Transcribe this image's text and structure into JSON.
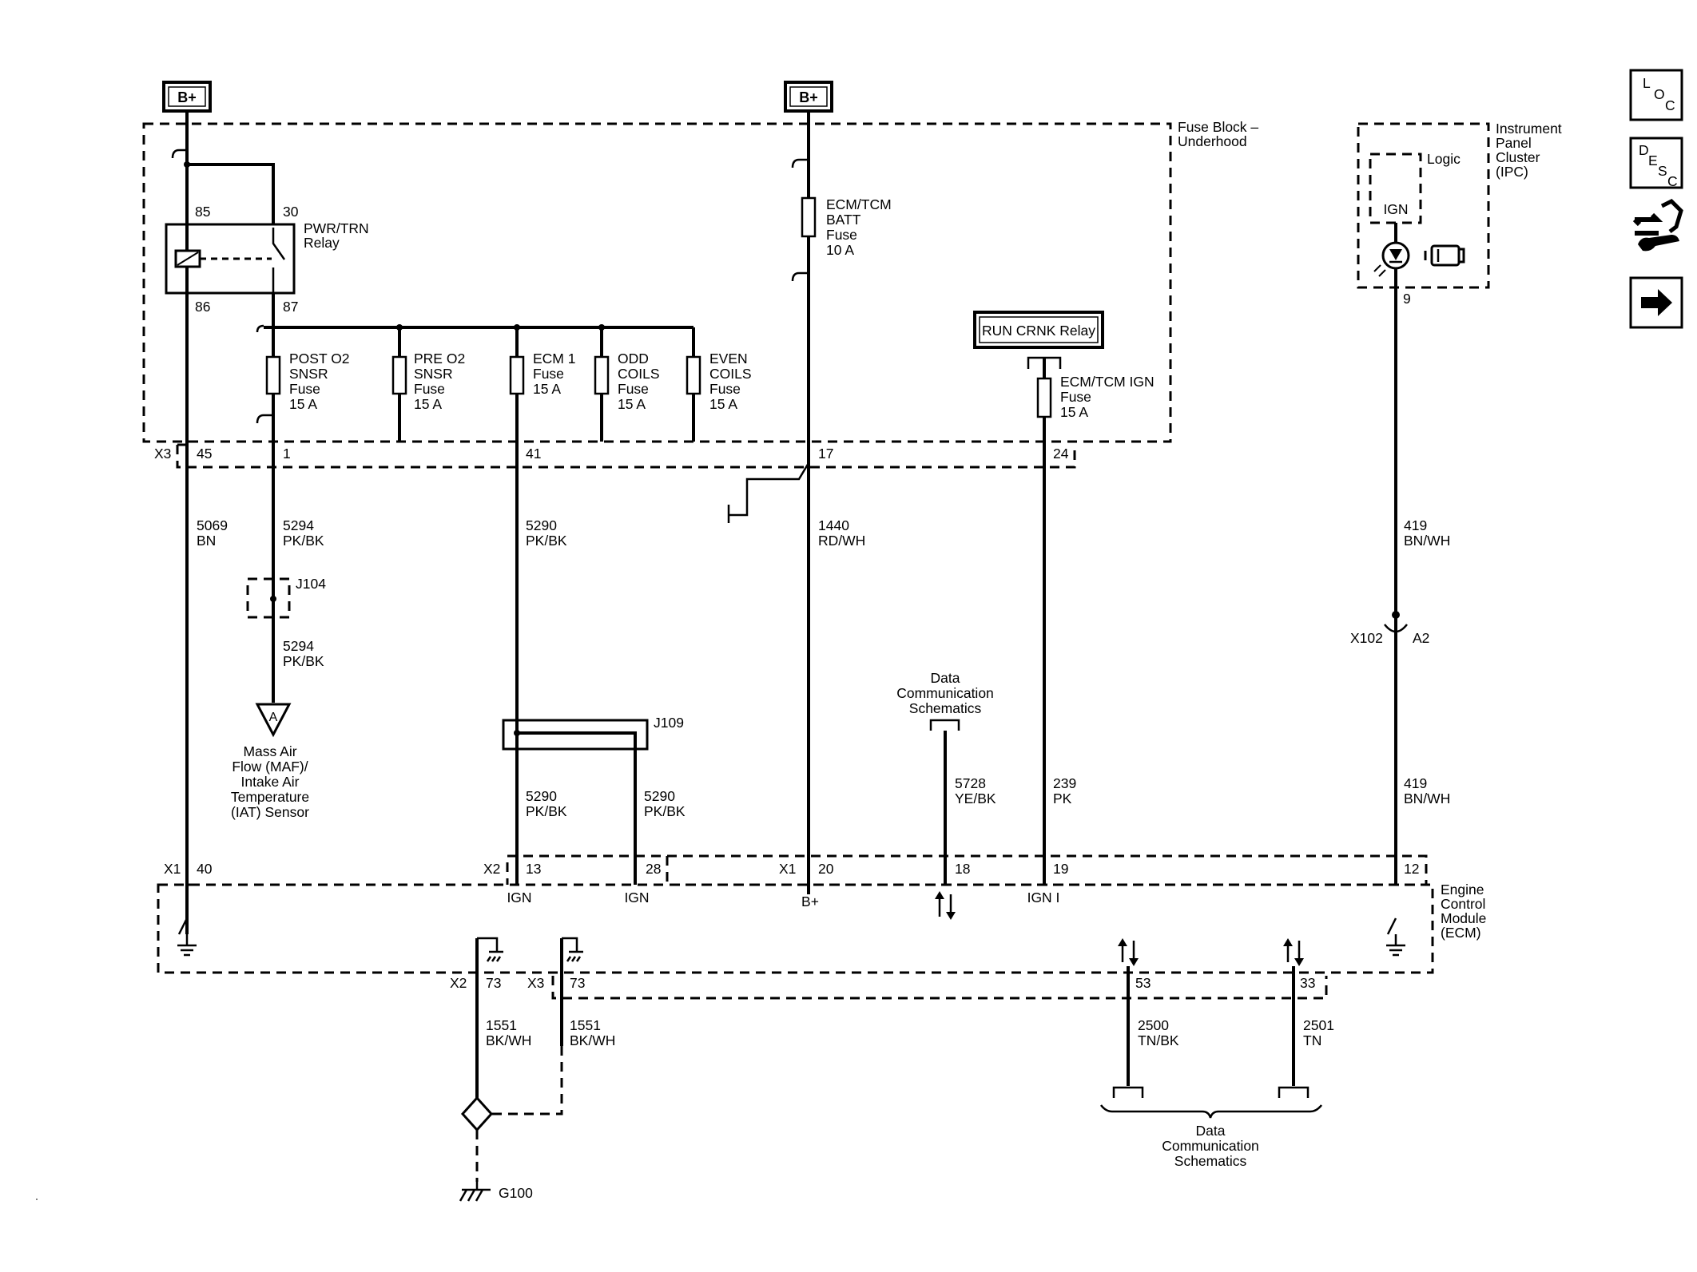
{
  "components": {
    "bplus_left": "B+",
    "bplus_mid": "B+",
    "fuse_block": [
      "Fuse Block –",
      "Underhood"
    ],
    "ipc": [
      "Instrument",
      "Panel",
      "Cluster",
      "(IPC)"
    ],
    "ipc_logic": "Logic",
    "ipc_ign": "IGN",
    "ecm": [
      "Engine",
      "Control",
      "Module",
      "(ECM)"
    ],
    "relay_pwr": [
      "PWR/TRN",
      "Relay"
    ],
    "relay_run_crnk": "RUN CRNK Relay",
    "maf_sensor": [
      "Mass Air",
      "Flow (MAF)/",
      "Intake Air",
      "Temperature",
      "(IAT) Sensor"
    ],
    "maf_connector_letter": "A",
    "data_comm_top": [
      "Data",
      "Communication",
      "Schematics"
    ],
    "data_comm_bottom": [
      "Data",
      "Communication",
      "Schematics"
    ],
    "ground_g100": "G100"
  },
  "relay_pins": {
    "p85": "85",
    "p30": "30",
    "p86": "86",
    "p87": "87"
  },
  "fuses": {
    "ecm_tcm_batt": [
      "ECM/TCM",
      "BATT",
      "Fuse",
      "10 A"
    ],
    "post_o2": [
      "POST O2",
      "SNSR",
      "Fuse",
      "15 A"
    ],
    "pre_o2": [
      "PRE O2",
      "SNSR",
      "Fuse",
      "15 A"
    ],
    "ecm1": [
      "ECM 1",
      "Fuse",
      "15 A"
    ],
    "odd_coils": [
      "ODD",
      "COILS",
      "Fuse",
      "15 A"
    ],
    "even_coils": [
      "EVEN",
      "COILS",
      "Fuse",
      "15 A"
    ],
    "ecm_tcm_ign": [
      "ECM/TCM IGN",
      "Fuse",
      "15 A"
    ]
  },
  "connectors": {
    "x3_top": "X3",
    "x3_p45": "45",
    "x3_p1": "1",
    "x3_p41": "41",
    "x3_p17": "17",
    "x3_p24": "24",
    "x1_left": "X1",
    "x1_p40": "40",
    "x2_mid": "X2",
    "x2_p13": "13",
    "x2_p28": "28",
    "x1_mid": "X1",
    "x1_p20": "20",
    "p18": "18",
    "p19": "19",
    "p12": "12",
    "ipc_p9": "9",
    "x102": "X102",
    "x102_a2": "A2",
    "x2_bottom": "X2",
    "x2_b73": "73",
    "x3_bottom": "X3",
    "x3_b73": "73",
    "p53": "53",
    "p33": "33",
    "j104": "J104",
    "j109": "J109"
  },
  "pin_functions": {
    "p13": "IGN",
    "p28": "IGN",
    "p20": "B+",
    "p19": "IGN I"
  },
  "wires": {
    "w5069": [
      "5069",
      "BN"
    ],
    "w5294a": [
      "5294",
      "PK/BK"
    ],
    "w5294b": [
      "5294",
      "PK/BK"
    ],
    "w5290a": [
      "5290",
      "PK/BK"
    ],
    "w5290b": [
      "5290",
      "PK/BK"
    ],
    "w5290c": [
      "5290",
      "PK/BK"
    ],
    "w1440": [
      "1440",
      "RD/WH"
    ],
    "w5728": [
      "5728",
      "YE/BK"
    ],
    "w239": [
      "239",
      "PK"
    ],
    "w419a": [
      "419",
      "BN/WH"
    ],
    "w419b": [
      "419",
      "BN/WH"
    ],
    "w1551a": [
      "1551",
      "BK/WH"
    ],
    "w1551b": [
      "1551",
      "BK/WH"
    ],
    "w2500": [
      "2500",
      "TN/BK"
    ],
    "w2501": [
      "2501",
      "TN"
    ]
  },
  "nav": {
    "loc": [
      "L",
      "O",
      "C"
    ],
    "desc": [
      "D",
      "E",
      "S",
      "C"
    ],
    "icons": {
      "loc": "loc-icon",
      "desc": "desc-icon",
      "connector": "connector-wrench-icon",
      "next": "arrow-right-icon"
    }
  }
}
